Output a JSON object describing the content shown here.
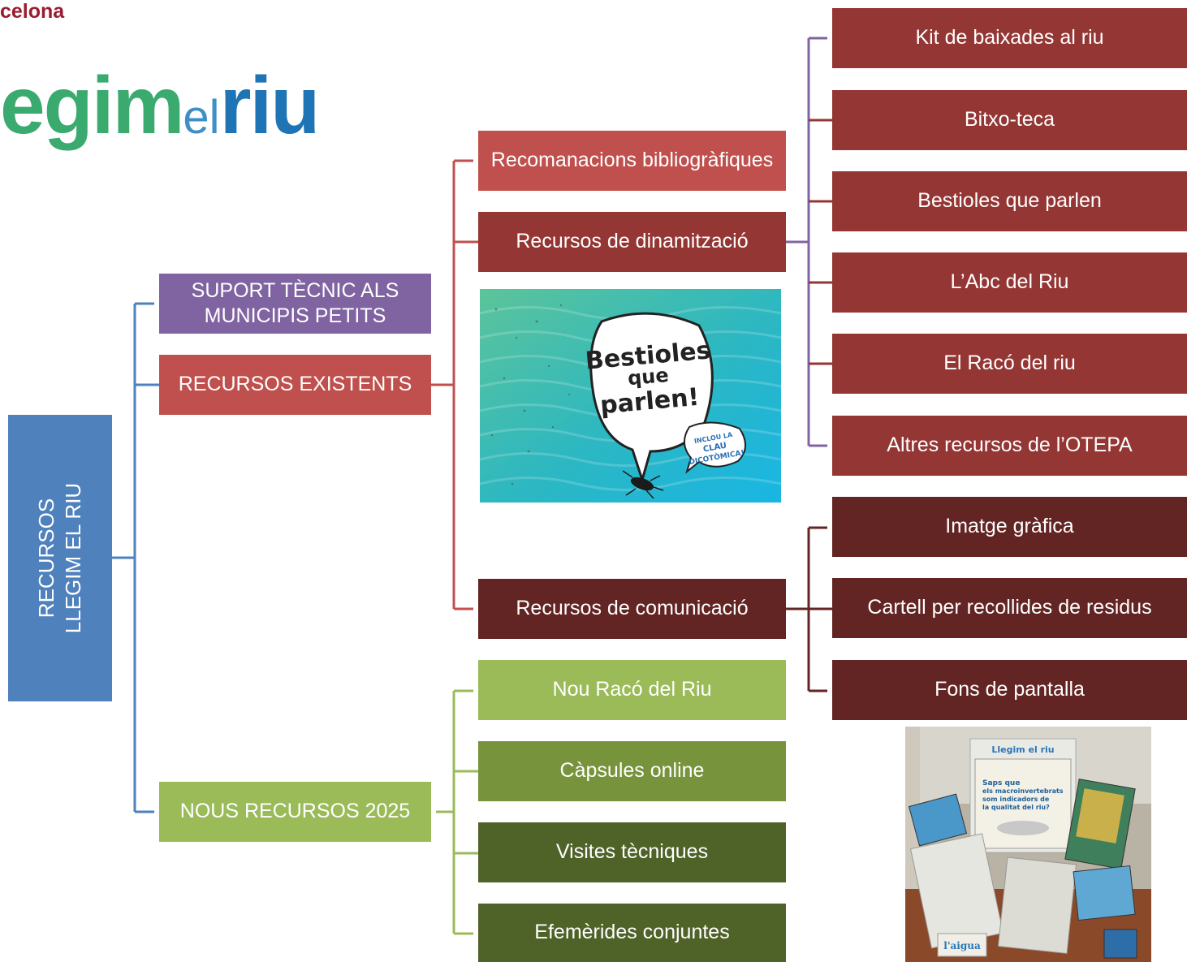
{
  "header": {
    "brand_fragment": "celona",
    "logo": {
      "part1": "egim",
      "part2": "el",
      "part3": "riu"
    }
  },
  "root": {
    "line1": "RECURSOS",
    "line2": "LLEGIM EL RIU"
  },
  "level1": {
    "suport": "SUPORT TÈCNIC ALS\nMUNICIPIS PETITS",
    "existents": "RECURSOS EXISTENTS",
    "nous": "NOUS RECURSOS 2025"
  },
  "existents_children": {
    "recomanacions": "Recomanacions bibliogràfiques",
    "dinamitzacio": "Recursos de dinamització",
    "comunicacio": "Recursos de comunicació"
  },
  "dinamitzacio_children": [
    "Kit de baixades al riu",
    "Bitxo-teca",
    "Bestioles que parlen",
    "L’Abc del Riu",
    "El Racó del riu",
    "Altres recursos de l’OTEPA"
  ],
  "comunicacio_children": [
    "Imatge gràfica",
    "Cartell per recollides de residus",
    "Fons de pantalla"
  ],
  "nous_children": [
    "Nou Racó del Riu",
    "Càpsules online",
    "Visites tècniques",
    "Efemèrides conjuntes"
  ],
  "poster": {
    "title_line1": "Bestioles",
    "title_line2": "que",
    "title_line3": "parlen!",
    "bubble_line1": "INCLOU LA",
    "bubble_line2": "CLAU",
    "bubble_line3": "DICOTÒMICA!"
  },
  "photo": {
    "sign_text_1": "Saps que",
    "sign_text_2": "els macroinvertebrats",
    "sign_text_3": "som indicadors de",
    "sign_text_4": "la qualitat del riu?",
    "box_label": "l'aigua",
    "cube_logo": "Llegim el riu"
  },
  "colors": {
    "blue": "#4f81bd",
    "purple": "#8064a2",
    "red": "#c0504d",
    "dark_red": "#943634",
    "maroon": "#632523",
    "green_light": "#9bbb59",
    "green_mid": "#77933c",
    "green_dark": "#4f6228"
  }
}
